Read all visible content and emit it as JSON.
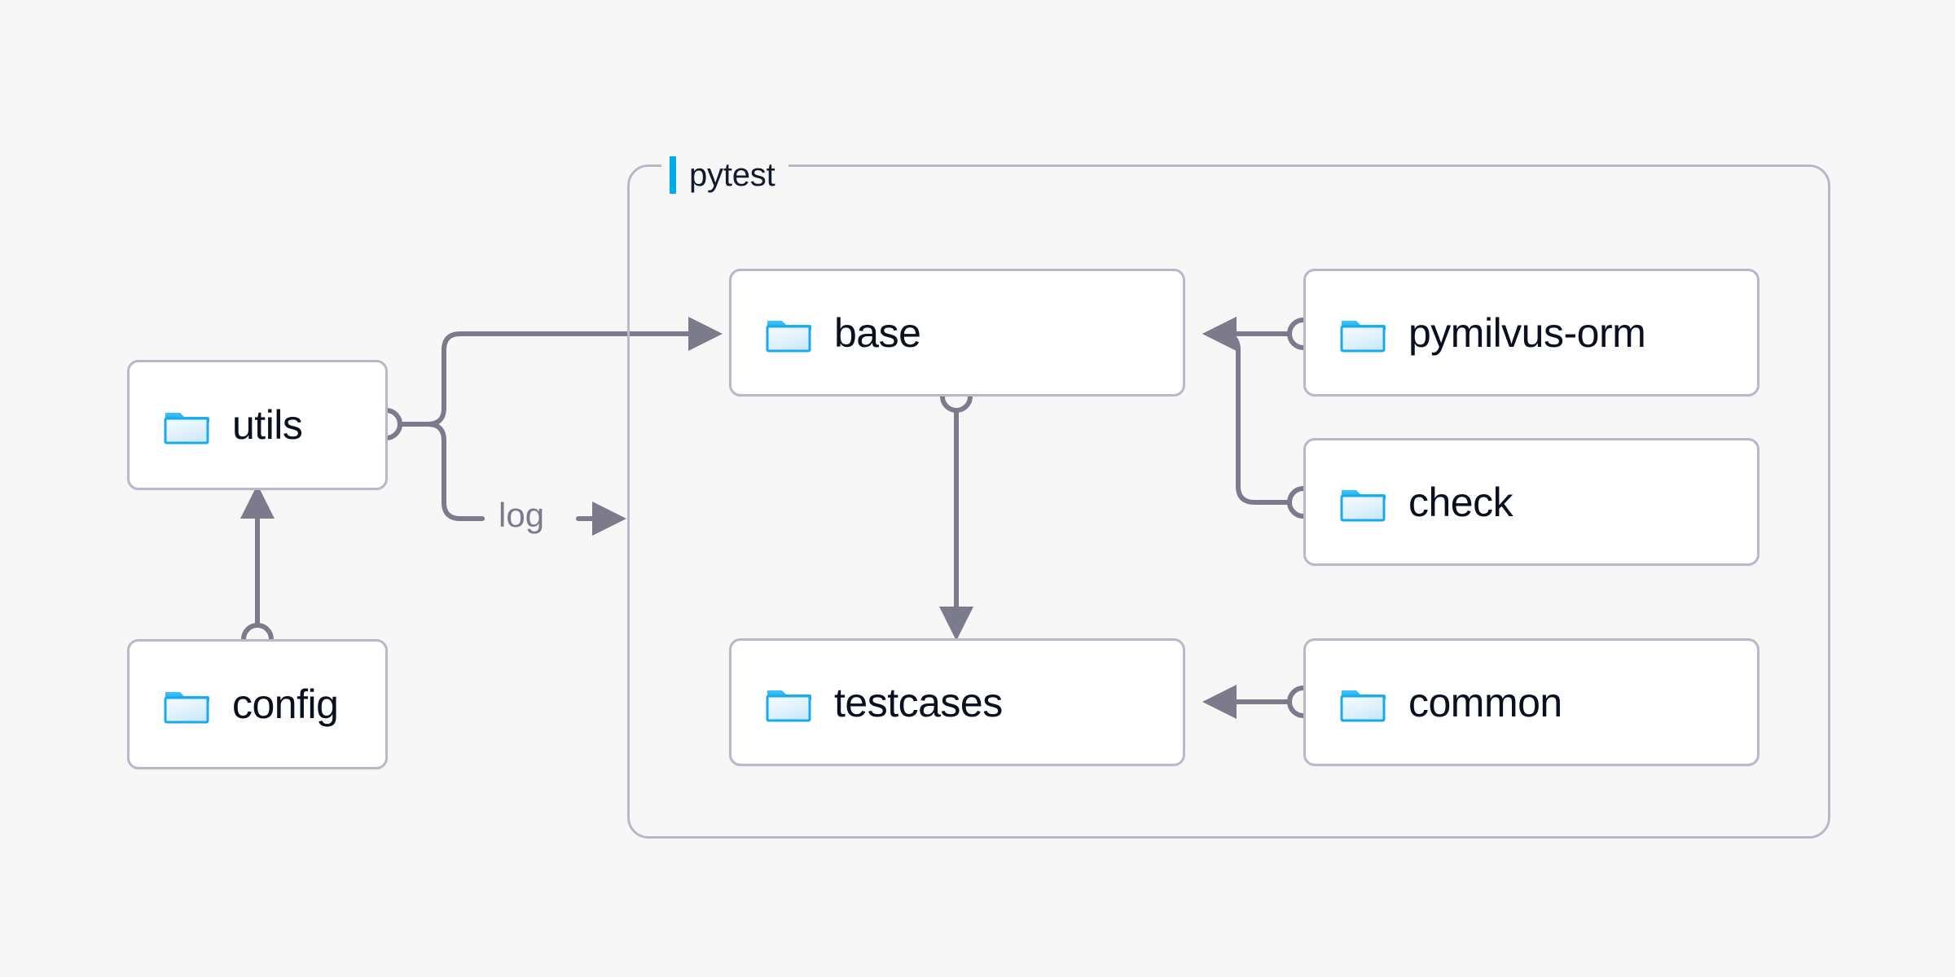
{
  "background_color": "#f7f7f8",
  "accent_color": "#00ace6",
  "line_color": "#7b7b8b",
  "node_border_color": "#b9b8c6",
  "folder_icon_color": "#24b2f0",
  "group": {
    "title": "pytest",
    "icon": "accent-bar"
  },
  "nodes": {
    "utils": {
      "label": "utils",
      "icon": "folder-icon"
    },
    "config": {
      "label": "config",
      "icon": "folder-icon"
    },
    "base": {
      "label": "base",
      "icon": "folder-icon"
    },
    "testcases": {
      "label": "testcases",
      "icon": "folder-icon"
    },
    "pymilvus_orm": {
      "label": "pymilvus-orm",
      "icon": "folder-icon"
    },
    "check": {
      "label": "check",
      "icon": "folder-icon"
    },
    "common": {
      "label": "common",
      "icon": "folder-icon"
    }
  },
  "edges": [
    {
      "id": "config-to-utils",
      "from": "config",
      "to": "utils",
      "label": ""
    },
    {
      "id": "utils-to-base",
      "from": "utils",
      "to": "base",
      "label": ""
    },
    {
      "id": "utils-to-pytest-log",
      "from": "utils",
      "to": "pytest",
      "label": "log"
    },
    {
      "id": "base-to-testcases",
      "from": "base",
      "to": "testcases",
      "label": ""
    },
    {
      "id": "pymilvus-orm-to-base",
      "from": "pymilvus-orm",
      "to": "base",
      "label": ""
    },
    {
      "id": "check-to-base",
      "from": "check",
      "to": "base",
      "label": ""
    },
    {
      "id": "common-to-testcases",
      "from": "common",
      "to": "testcases",
      "label": ""
    }
  ]
}
